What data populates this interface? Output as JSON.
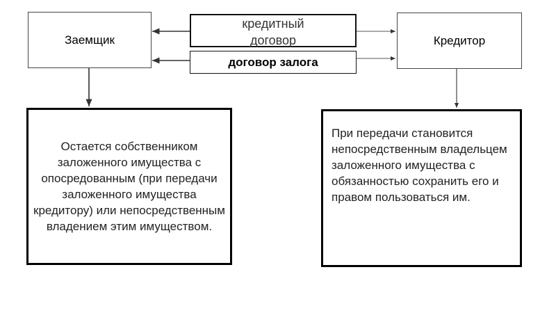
{
  "diagram": {
    "borrower": "Заемщик",
    "creditor": "Кредитор",
    "credit_contract": "кредитный договор",
    "pledge_contract": "договор залога",
    "borrower_note": "Остается собственником заложенного имущества с опосредованным (при передачи заложенного имущества кредитору) или непосредственным владением этим имуществом.",
    "creditor_note": "При передачи становится непосредственным владельцем заложенного имущества с обязанностью сохранить его и правом пользоваться им."
  }
}
